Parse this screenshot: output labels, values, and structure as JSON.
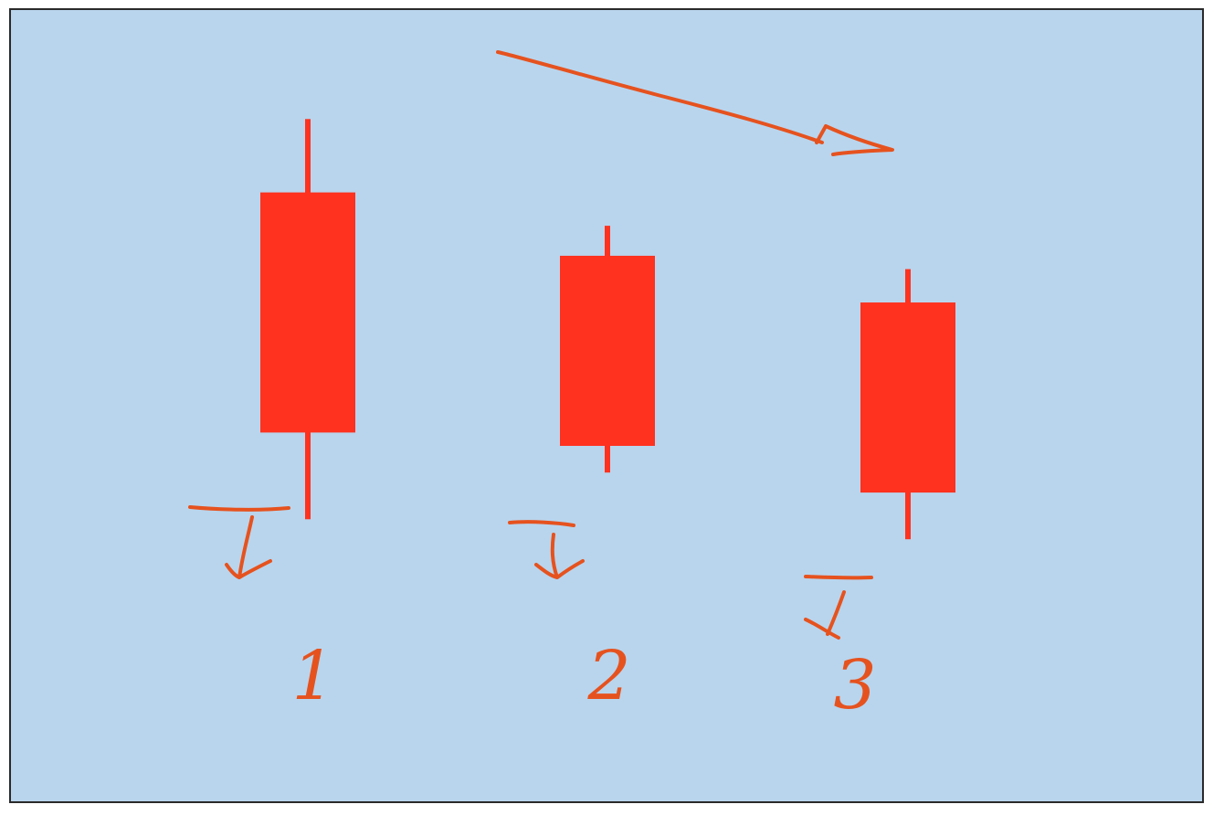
{
  "chart_data": {
    "type": "candlestick",
    "title": "",
    "xlabel": "",
    "ylabel": "",
    "grid": false,
    "background_color": "#b9d5ed",
    "candle_color": "#fe321f",
    "annotation_color": "#e6521e",
    "categories": [
      "1",
      "2",
      "3"
    ],
    "ylim": [
      0,
      100
    ],
    "candles": [
      {
        "label": "1",
        "high": 89,
        "open": 78,
        "close": 42,
        "low": 29
      },
      {
        "label": "2",
        "high": 73,
        "open": 68.5,
        "close": 40,
        "low": 36
      },
      {
        "label": "3",
        "high": 66.5,
        "open": 61.5,
        "close": 33,
        "low": 26
      }
    ],
    "annotations": {
      "trend_arrow": "downward-trend-arrow",
      "close_markers": [
        "down-arrow",
        "down-arrow",
        "down-arrow"
      ]
    }
  }
}
